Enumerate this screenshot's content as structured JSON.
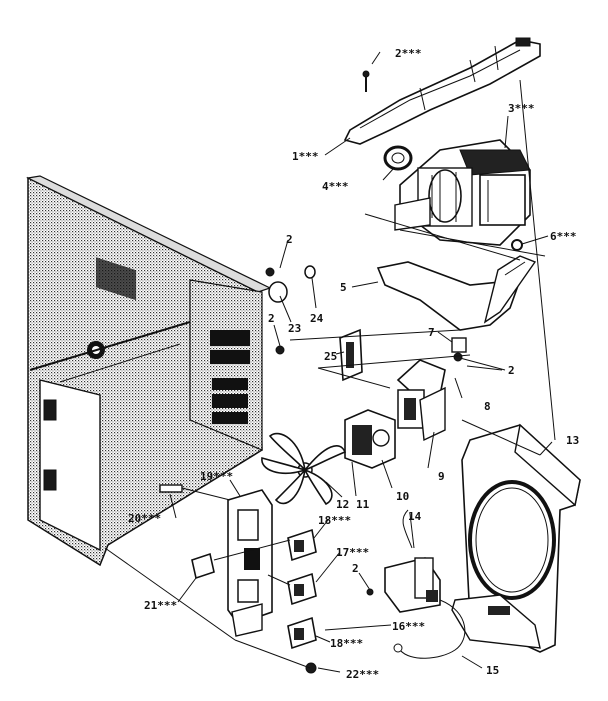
{
  "callouts": [
    {
      "id": "c1",
      "text": "1***"
    },
    {
      "id": "c2a",
      "text": "2***"
    },
    {
      "id": "c2b",
      "text": "2"
    },
    {
      "id": "c2c",
      "text": "2"
    },
    {
      "id": "c2d",
      "text": "2"
    },
    {
      "id": "c2e",
      "text": "2"
    },
    {
      "id": "c3",
      "text": "3***"
    },
    {
      "id": "c4",
      "text": "4***"
    },
    {
      "id": "c5",
      "text": "5"
    },
    {
      "id": "c6",
      "text": "6***"
    },
    {
      "id": "c7",
      "text": "7"
    },
    {
      "id": "c8",
      "text": "8"
    },
    {
      "id": "c9",
      "text": "9"
    },
    {
      "id": "c10",
      "text": "10"
    },
    {
      "id": "c11",
      "text": "11"
    },
    {
      "id": "c12",
      "text": "12"
    },
    {
      "id": "c13",
      "text": "13"
    },
    {
      "id": "c14",
      "text": "14"
    },
    {
      "id": "c15",
      "text": "15"
    },
    {
      "id": "c16",
      "text": "16***"
    },
    {
      "id": "c17",
      "text": "17***"
    },
    {
      "id": "c18a",
      "text": "18***"
    },
    {
      "id": "c18b",
      "text": "18***"
    },
    {
      "id": "c19",
      "text": "19***"
    },
    {
      "id": "c20",
      "text": "20***"
    },
    {
      "id": "c21",
      "text": "21***"
    },
    {
      "id": "c22",
      "text": "22***"
    },
    {
      "id": "c23",
      "text": "23"
    },
    {
      "id": "c24",
      "text": "24"
    },
    {
      "id": "c25",
      "text": "25"
    }
  ]
}
